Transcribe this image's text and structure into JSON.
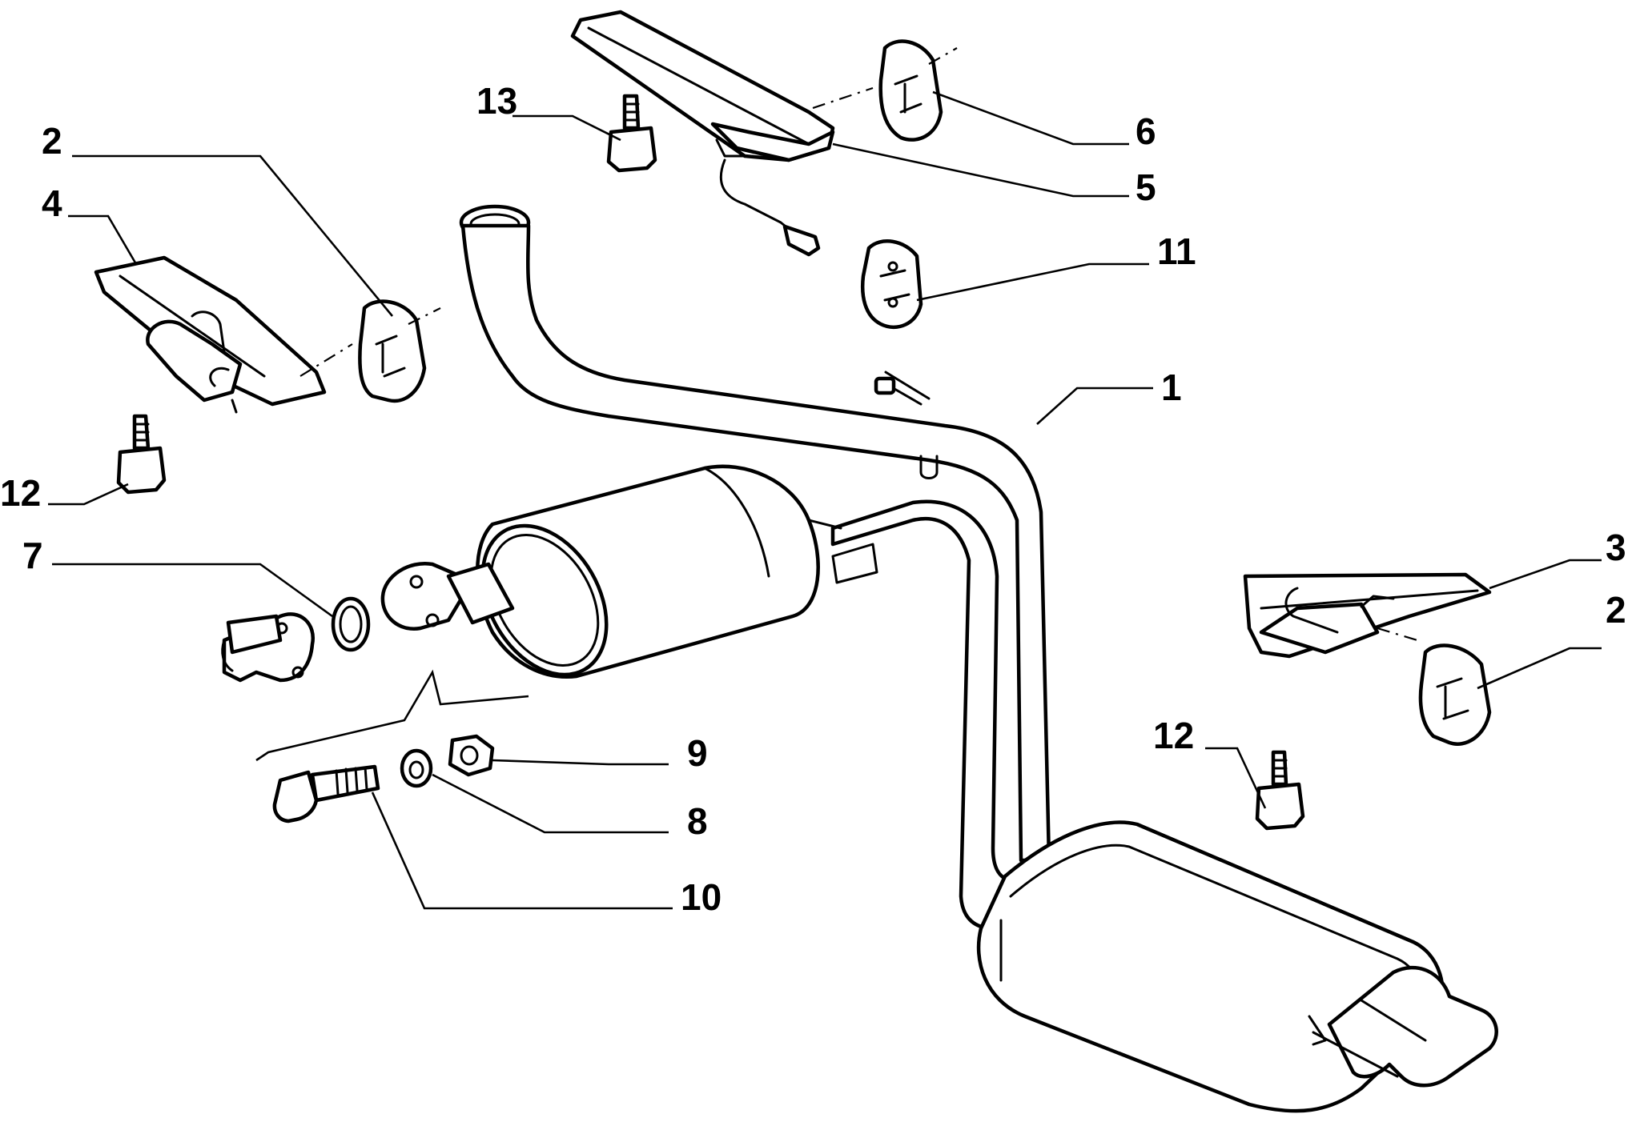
{
  "callouts": [
    {
      "id": "1",
      "label": "1"
    },
    {
      "id": "2a",
      "label": "2"
    },
    {
      "id": "2b",
      "label": "2"
    },
    {
      "id": "3",
      "label": "3"
    },
    {
      "id": "4",
      "label": "4"
    },
    {
      "id": "5",
      "label": "5"
    },
    {
      "id": "6",
      "label": "6"
    },
    {
      "id": "7",
      "label": "7"
    },
    {
      "id": "8",
      "label": "8"
    },
    {
      "id": "9",
      "label": "9"
    },
    {
      "id": "10",
      "label": "10"
    },
    {
      "id": "11",
      "label": "11"
    },
    {
      "id": "12a",
      "label": "12"
    },
    {
      "id": "12b",
      "label": "12"
    },
    {
      "id": "13",
      "label": "13"
    }
  ],
  "colors": {
    "line": "#000000",
    "background": "#ffffff"
  }
}
